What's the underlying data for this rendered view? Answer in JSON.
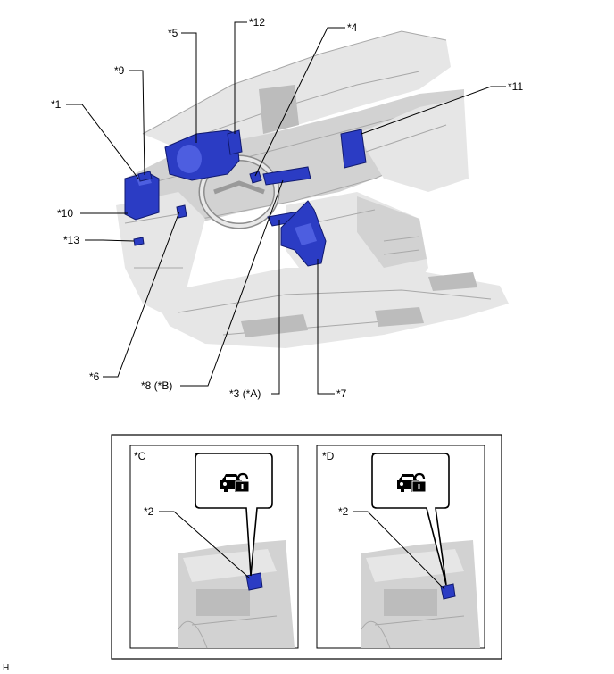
{
  "main_labels": [
    {
      "id": "l1",
      "text": "*1"
    },
    {
      "id": "l9",
      "text": "*9"
    },
    {
      "id": "l5",
      "text": "*5"
    },
    {
      "id": "l12",
      "text": "*12"
    },
    {
      "id": "l4",
      "text": "*4"
    },
    {
      "id": "l11",
      "text": "*11"
    },
    {
      "id": "l10",
      "text": "*10"
    },
    {
      "id": "l13",
      "text": "*13"
    },
    {
      "id": "l6",
      "text": "*6"
    },
    {
      "id": "l8",
      "text": "*8 (*B)"
    },
    {
      "id": "l3",
      "text": "*3 (*A)"
    },
    {
      "id": "l7",
      "text": "*7"
    }
  ],
  "panels": [
    {
      "id": "C",
      "tag": "*C",
      "callout": "*2",
      "icon": "car-lock-unlocked-icon"
    },
    {
      "id": "D",
      "tag": "*D",
      "callout": "*2",
      "icon": "car-lock-unlocked-icon"
    }
  ],
  "corner_mark": "H",
  "colors": {
    "component_blue": "#2b3cc4",
    "line": "#000000",
    "body_gray": "#d9d9d9"
  }
}
